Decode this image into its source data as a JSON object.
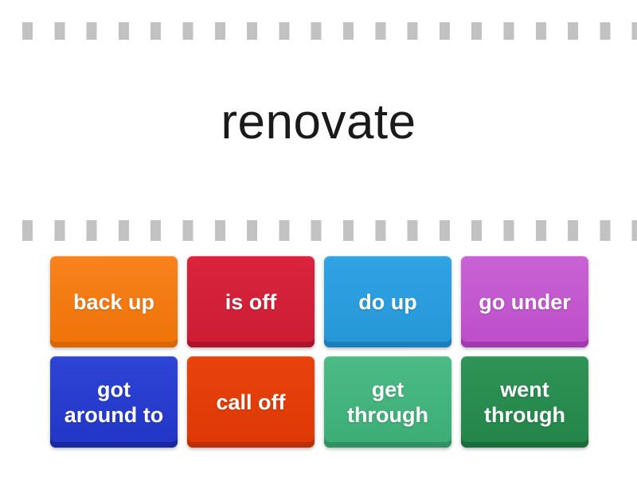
{
  "page": {
    "background": "#ffffff"
  },
  "prompt": {
    "word": "renovate"
  },
  "decor": {
    "perforation_color": "#c2c2c2"
  },
  "tiles": [
    {
      "label": "back up",
      "color": {
        "top": "#F8821E",
        "bottom": "#EE7307",
        "bevel": "#DA6702"
      }
    },
    {
      "label": "is off",
      "color": {
        "top": "#D8243C",
        "bottom": "#CC1D34",
        "bevel": "#AC142B"
      }
    },
    {
      "label": "do up",
      "color": {
        "top": "#31A3E4",
        "bottom": "#2596D6",
        "bevel": "#1C7FBC"
      }
    },
    {
      "label": "go under",
      "color": {
        "top": "#C963D4",
        "bottom": "#BC4DC9",
        "bevel": "#A138AE"
      }
    },
    {
      "label": "got\naround to",
      "color": {
        "top": "#2E44D4",
        "bottom": "#2136C6",
        "bevel": "#1828A3"
      }
    },
    {
      "label": "call off",
      "color": {
        "top": "#E8430D",
        "bottom": "#DD3806",
        "bevel": "#BC2F04"
      }
    },
    {
      "label": "get\nthrough",
      "color": {
        "top": "#4CBB86",
        "bottom": "#3CAC75",
        "bevel": "#2F9263"
      }
    },
    {
      "label": "went\nthrough",
      "color": {
        "top": "#2F9456",
        "bottom": "#238448",
        "bevel": "#196D39"
      }
    }
  ]
}
